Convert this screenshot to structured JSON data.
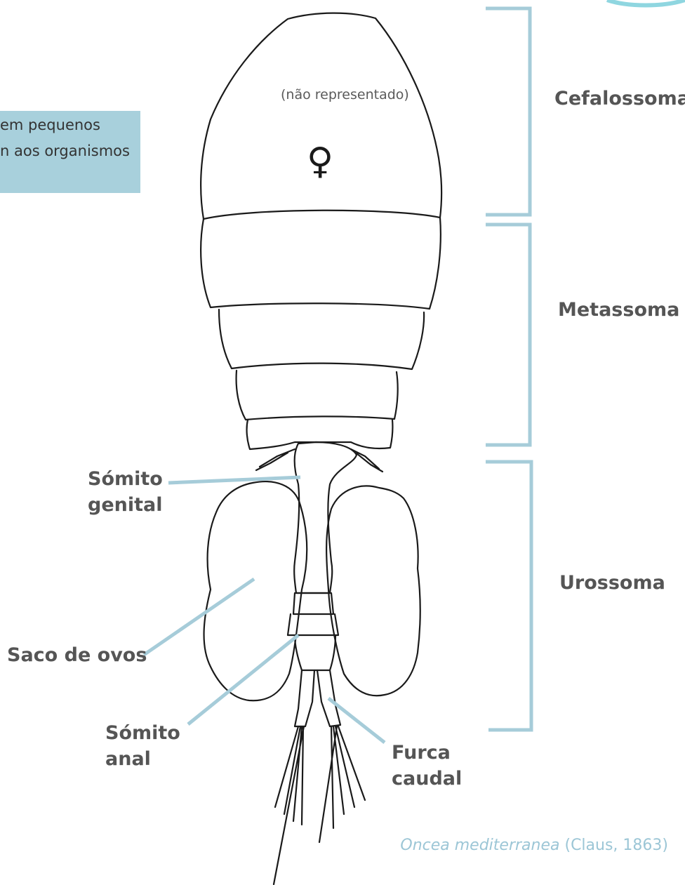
{
  "colors": {
    "bracket": "#a6ccd9",
    "leader": "#a6ccd9",
    "label_text": "#555555",
    "drawing_ink": "#1a1a1a",
    "info_box_bg": "#a8d0dc",
    "caption_text": "#9cc6d6"
  },
  "note": {
    "not_represented": "(não representado)",
    "box_line_1": "em pequenos",
    "box_line_2": "n aos organismos"
  },
  "symbol": {
    "sex": "♀"
  },
  "regions": {
    "cephalosome": "Cefalossoma",
    "metasome": "Metassoma",
    "urosome": "Urossoma"
  },
  "parts": {
    "genital_somite_line1": "Sómito",
    "genital_somite_line2": "genital",
    "egg_sac": "Saco de ovos",
    "anal_somite_line1": "Sómito",
    "anal_somite_line2": "anal",
    "caudal_furca_line1": "Furca",
    "caudal_furca_line2": "caudal"
  },
  "caption": {
    "species": "Oncea mediterranea",
    "authority": "(Claus, 1863)"
  }
}
